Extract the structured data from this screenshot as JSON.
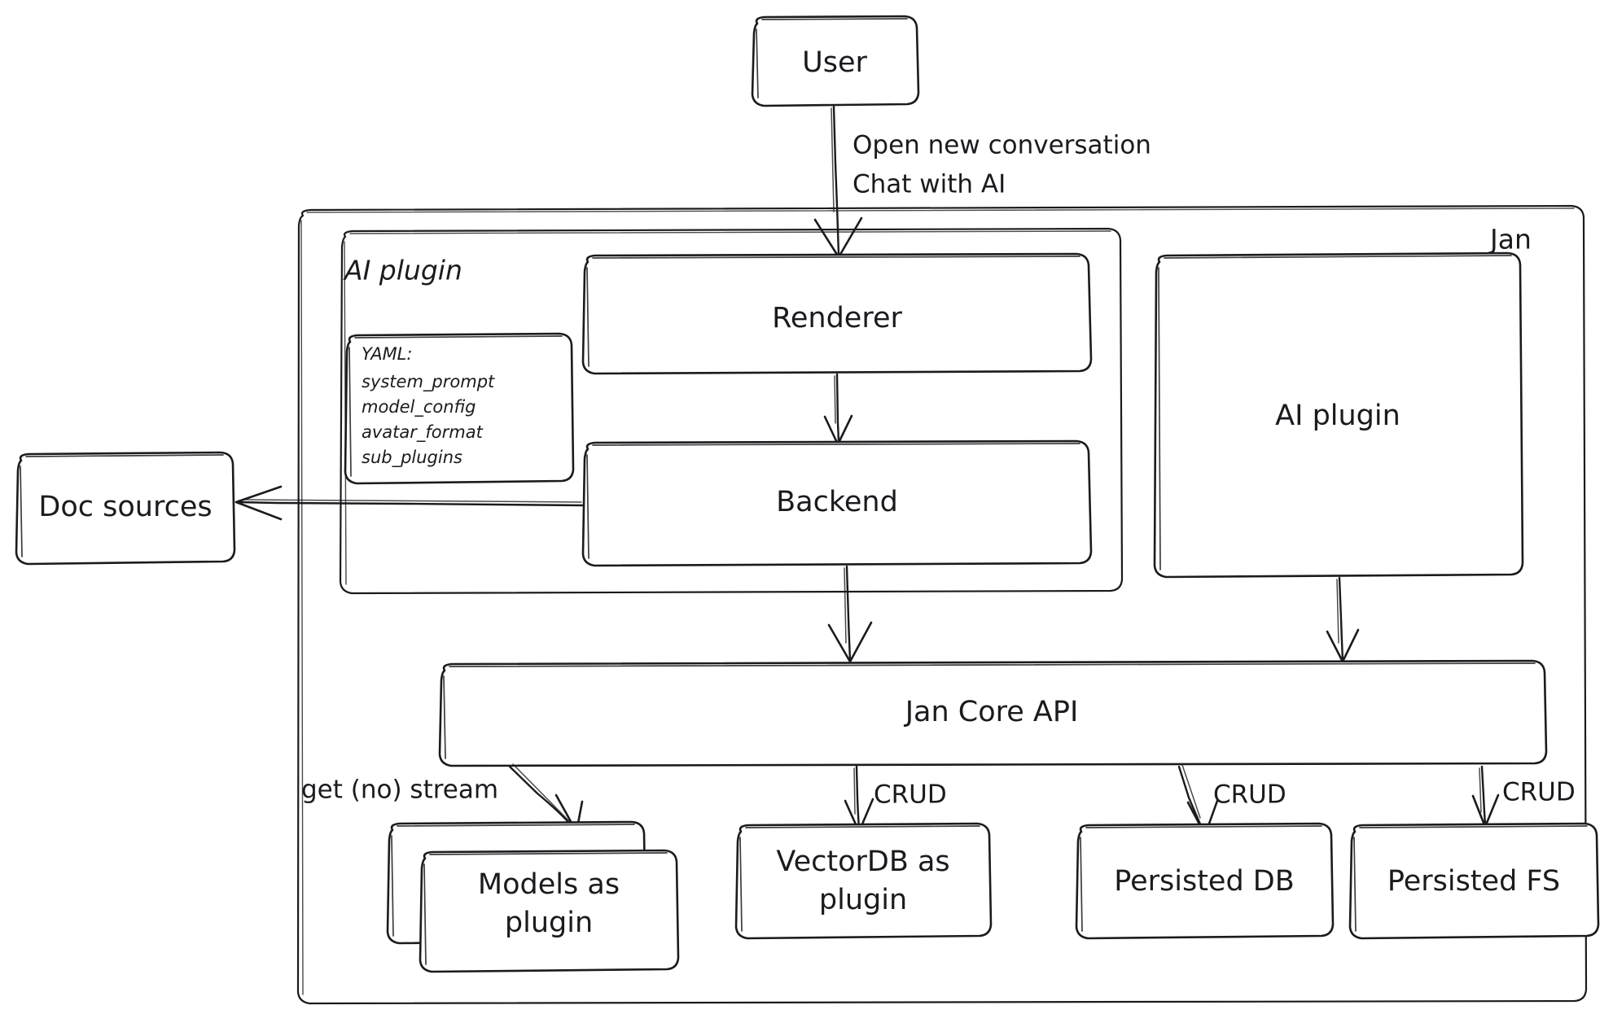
{
  "diagram": {
    "title": "Jan architecture diagram",
    "style": "hand-drawn",
    "background": "#ffffff",
    "stroke_color": "#1b1b1f"
  },
  "groups": {
    "jan": {
      "label": "Jan",
      "label_position": "top-right"
    },
    "ai_plugin_group": {
      "label": "AI plugin",
      "label_position": "top-left"
    }
  },
  "nodes": {
    "user": {
      "label": "User"
    },
    "renderer": {
      "label": "Renderer"
    },
    "backend": {
      "label": "Backend"
    },
    "ai_plugin_box": {
      "label": "AI plugin"
    },
    "doc_sources": {
      "label": "Doc sources"
    },
    "jan_core_api": {
      "label": "Jan Core API"
    },
    "models_as_plugin": {
      "label_line1": "Models as",
      "label_line2": "plugin"
    },
    "vectordb_as_plugin": {
      "label_line1": "VectorDB as",
      "label_line2": "plugin"
    },
    "persisted_db": {
      "label": "Persisted DB"
    },
    "persisted_fs": {
      "label": "Persisted FS"
    }
  },
  "yaml_note": {
    "header": "YAML:",
    "items": [
      "system_prompt",
      "model_config",
      "avatar_format",
      "sub_plugins"
    ]
  },
  "edge_labels": {
    "user_to_renderer_line1": "Open new conversation",
    "user_to_renderer_line2": "Chat with AI",
    "core_to_models": "get (no) stream",
    "core_to_vectordb": "CRUD",
    "core_to_persisted_db": "CRUD",
    "core_to_persisted_fs": "CRUD"
  }
}
